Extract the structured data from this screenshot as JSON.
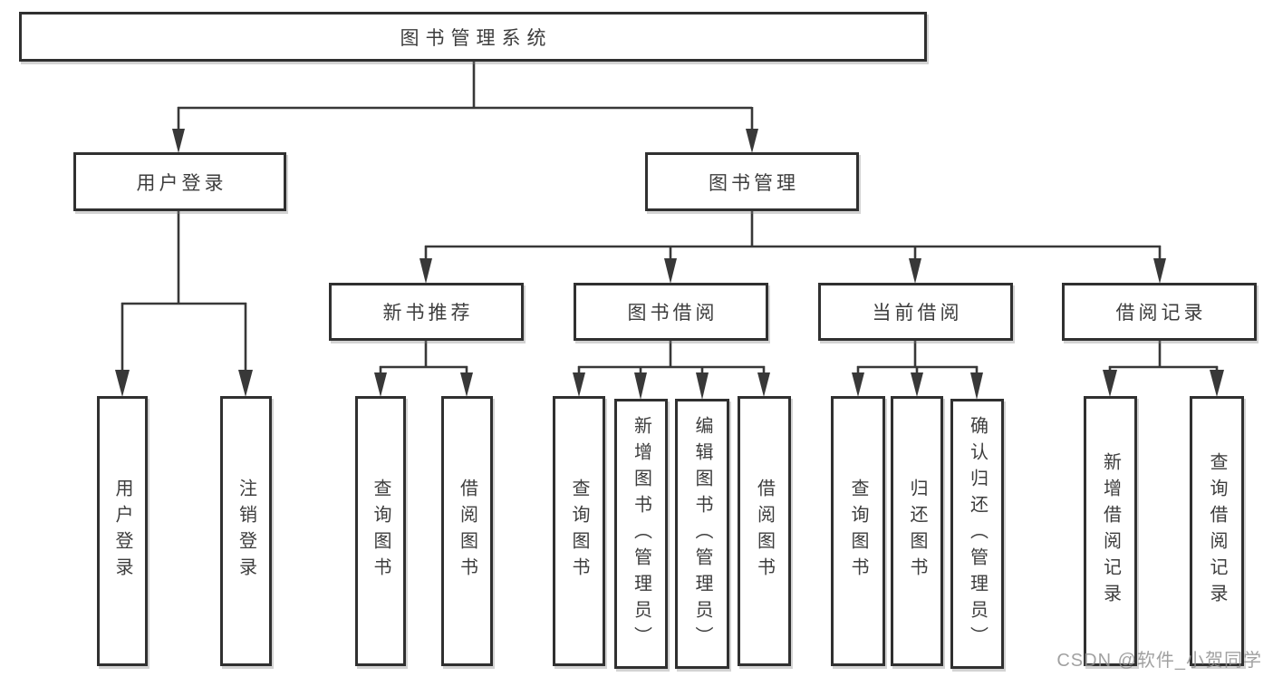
{
  "diagram": {
    "root": {
      "label": "图书管理系统"
    },
    "level2": [
      {
        "label": "用户登录"
      },
      {
        "label": "图书管理"
      }
    ],
    "level3": [
      {
        "label": "新书推荐"
      },
      {
        "label": "图书借阅"
      },
      {
        "label": "当前借阅"
      },
      {
        "label": "借阅记录"
      }
    ],
    "leaves": {
      "user_login": [
        {
          "label": "用户登录"
        },
        {
          "label": "注销登录"
        }
      ],
      "new_book_recommend": [
        {
          "label": "查询图书"
        },
        {
          "label": "借阅图书"
        }
      ],
      "book_borrowing": [
        {
          "label": "查询图书"
        },
        {
          "label": "新增图书（管理员）"
        },
        {
          "label": "编辑图书（管理员）"
        },
        {
          "label": "借阅图书"
        }
      ],
      "current_borrowing": [
        {
          "label": "查询图书"
        },
        {
          "label": "归还图书"
        },
        {
          "label": "确认归还（管理员）"
        }
      ],
      "borrowing_records": [
        {
          "label": "新增借阅记录"
        },
        {
          "label": "查询借阅记录"
        }
      ]
    }
  },
  "watermark": {
    "text": "CSDN @软件_小贺同学"
  },
  "colors": {
    "line": "#383838",
    "border": "#303030",
    "text": "#3d3d3d",
    "watermark": "#b3b3b3"
  }
}
